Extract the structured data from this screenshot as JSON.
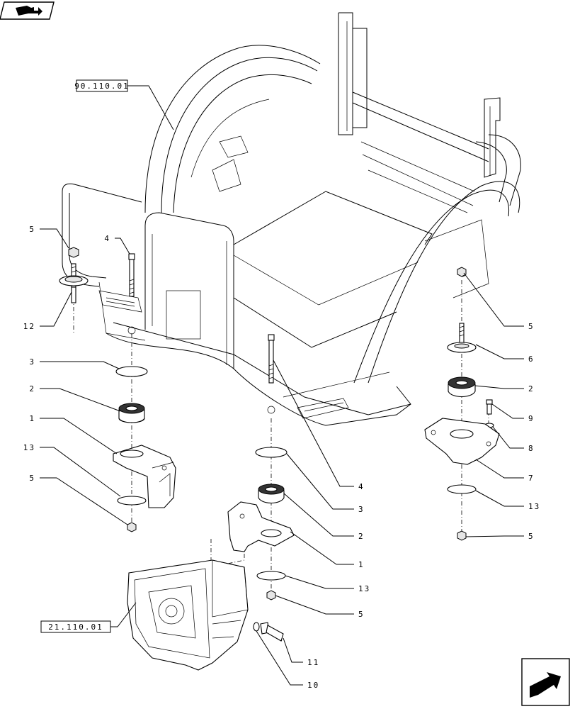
{
  "refs": {
    "cab_frame": "90.110.01",
    "transmission": "21.110.01"
  },
  "callouts": [
    {
      "id": "c5a",
      "label": "5"
    },
    {
      "id": "c4a",
      "label": "4"
    },
    {
      "id": "c12",
      "label": "12"
    },
    {
      "id": "c3a",
      "label": "3"
    },
    {
      "id": "c2a",
      "label": "2"
    },
    {
      "id": "c1a",
      "label": "1"
    },
    {
      "id": "c13a",
      "label": "13"
    },
    {
      "id": "c5b",
      "label": "5"
    },
    {
      "id": "c5c",
      "label": "5"
    },
    {
      "id": "c6",
      "label": "6"
    },
    {
      "id": "c2b",
      "label": "2"
    },
    {
      "id": "c9",
      "label": "9"
    },
    {
      "id": "c8",
      "label": "8"
    },
    {
      "id": "c7",
      "label": "7"
    },
    {
      "id": "c13b",
      "label": "13"
    },
    {
      "id": "c5d",
      "label": "5"
    },
    {
      "id": "c4b",
      "label": "4"
    },
    {
      "id": "c3b",
      "label": "3"
    },
    {
      "id": "c2c",
      "label": "2"
    },
    {
      "id": "c1b",
      "label": "1"
    },
    {
      "id": "c13c",
      "label": "13"
    },
    {
      "id": "c5e",
      "label": "5"
    },
    {
      "id": "c11",
      "label": "11"
    },
    {
      "id": "c10",
      "label": "10"
    }
  ],
  "icons": {
    "top_left": "book-arrow-icon",
    "bottom_right": "next-page-arrow-icon"
  }
}
